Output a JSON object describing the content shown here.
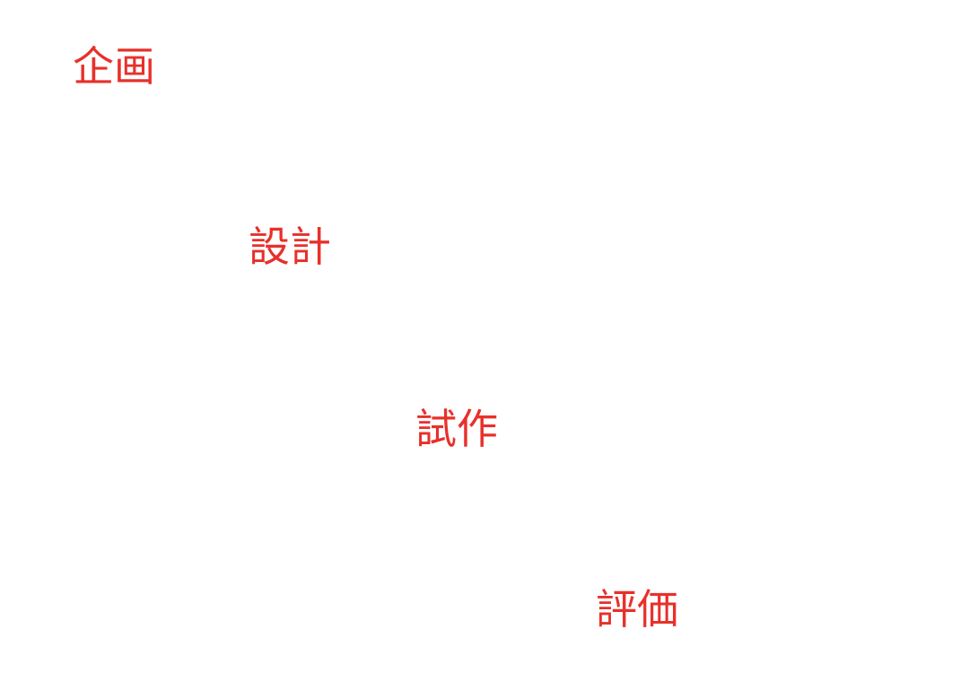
{
  "colors": {
    "background": "#ffffff",
    "label_text": "#e8302a"
  },
  "steps": [
    {
      "label": "企画"
    },
    {
      "label": "設計"
    },
    {
      "label": "試作"
    },
    {
      "label": "評価"
    }
  ]
}
